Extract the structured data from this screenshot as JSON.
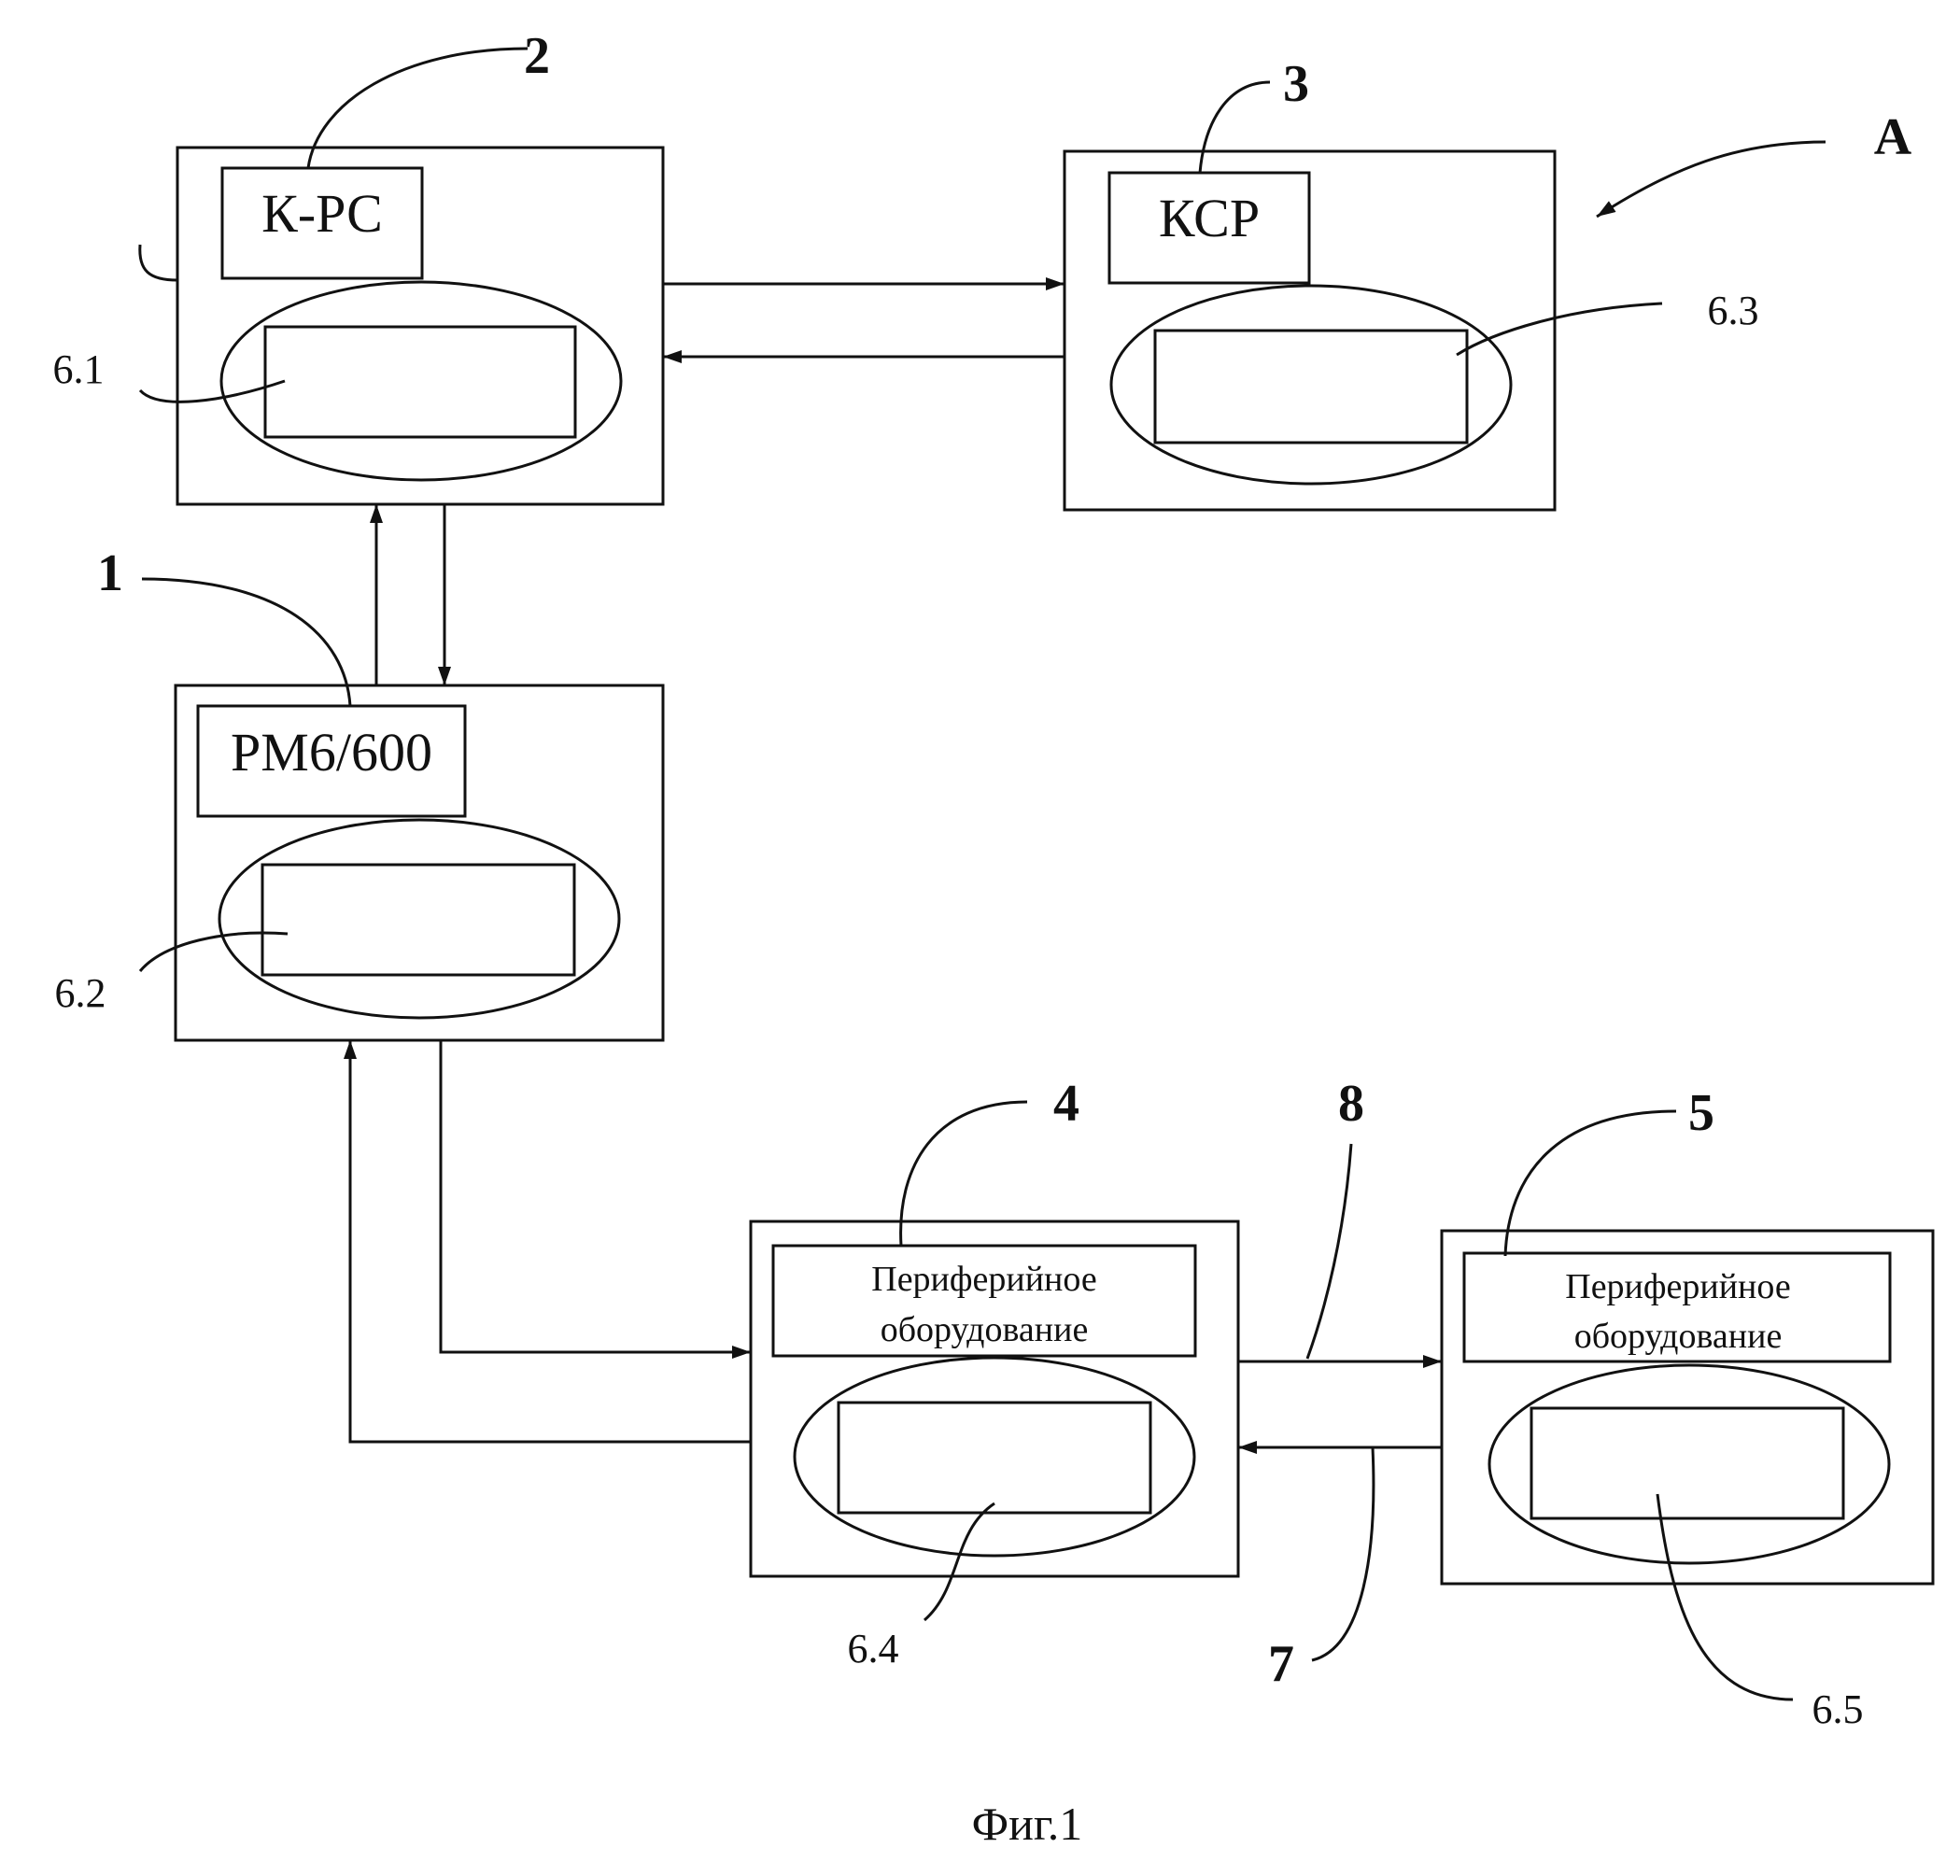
{
  "blocks": {
    "k_rs": {
      "label": "К-РС",
      "number": "2",
      "ref": "6.1"
    },
    "ksr": {
      "label": "КСР",
      "number": "3",
      "ref": "6.3"
    },
    "rm": {
      "label": "РМ6/600",
      "number": "1",
      "ref": "6.2"
    },
    "periph_4": {
      "label_line1": "Периферийное",
      "label_line2": "оборудование",
      "number": "4",
      "ref": "6.4"
    },
    "periph_5": {
      "label_line1": "Периферийное",
      "label_line2": "оборудование",
      "number": "5",
      "ref": "6.5"
    }
  },
  "connections": {
    "number_8": "8",
    "number_7": "7"
  },
  "system_label": "А",
  "caption": "Фиг.1"
}
